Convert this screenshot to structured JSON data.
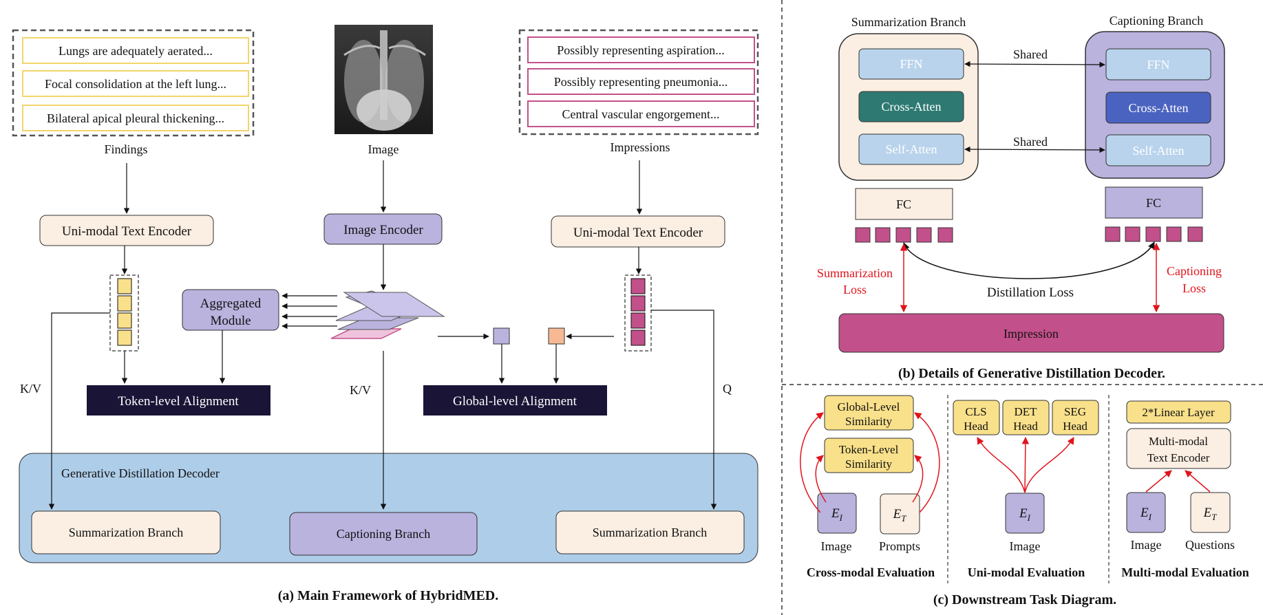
{
  "colors": {
    "beige": "#fbeee2",
    "lavender": "#b9b3de",
    "pink": "#c2508a",
    "yellow": "#f9e08a",
    "navy": "#1a1436",
    "lightblue": "#b9d3ec",
    "decoder_bg": "#aecde9",
    "teal": "#2e7a72",
    "blue": "#4b63c0",
    "peach": "#f6b994",
    "red": "#e0141c"
  },
  "panel_a": {
    "findings_texts": [
      "Lungs are adequately aerated...",
      "Focal consolidation at the left lung...",
      "Bilateral apical pleural thickening..."
    ],
    "findings_label": "Findings",
    "image_label": "Image",
    "impressions_texts": [
      "Possibly representing aspiration...",
      "Possibly representing pneumonia...",
      "Central vascular engorgement..."
    ],
    "impressions_label": "Impressions",
    "text_encoder_left": "Uni-modal Text Encoder",
    "image_encoder": "Image Encoder",
    "text_encoder_right": "Uni-modal Text Encoder",
    "aggregated_module": [
      "Aggregated",
      "Module"
    ],
    "token_alignment": "Token-level Alignment",
    "global_alignment": "Global-level Alignment",
    "kv_left": "K/V",
    "kv_mid": "K/V",
    "q_right": "Q",
    "decoder_title": "Generative Distillation Decoder",
    "branch_left": "Summarization Branch",
    "branch_mid": "Captioning Branch",
    "branch_right": "Summarization Branch",
    "caption": "(a) Main Framework of HybridMED."
  },
  "panel_b": {
    "summ_title": "Summarization Branch",
    "cap_title": "Captioning Branch",
    "ffn": "FFN",
    "cross_atten": "Cross-Atten",
    "self_atten": "Self-Atten",
    "shared_top": "Shared",
    "shared_bottom": "Shared",
    "fc_left": "FC",
    "fc_right": "FC",
    "summ_loss": [
      "Summarization",
      "Loss"
    ],
    "cap_loss": [
      "Captioning",
      "Loss"
    ],
    "distill_loss": "Distillation Loss",
    "impression": "Impression",
    "caption": "(b) Details of Generative Distillation Decoder."
  },
  "panel_c": {
    "global_sim": [
      "Global-Level",
      "Similarity"
    ],
    "token_sim": [
      "Token-Level",
      "Similarity"
    ],
    "ei": "E",
    "ei_sub": "I",
    "et": "E",
    "et_sub": "T",
    "cross_image": "Image",
    "cross_prompts": "Prompts",
    "cross_eval": "Cross-modal Evaluation",
    "cls_head": [
      "CLS",
      "Head"
    ],
    "det_head": [
      "DET",
      "Head"
    ],
    "seg_head": [
      "SEG",
      "Head"
    ],
    "uni_image": "Image",
    "uni_eval": "Uni-modal Evaluation",
    "linear_layer": "2*Linear Layer",
    "mm_text_encoder": [
      "Multi-modal",
      "Text Encoder"
    ],
    "multi_image": "Image",
    "multi_questions": "Questions",
    "multi_eval": "Multi-modal Evaluation",
    "caption": "(c) Downstream Task Diagram."
  }
}
